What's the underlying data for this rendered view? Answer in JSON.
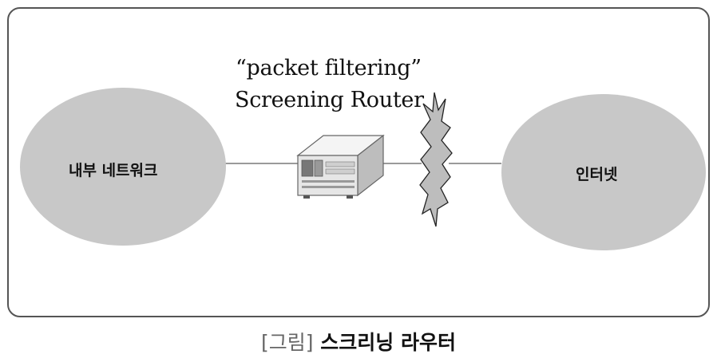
{
  "diagram": {
    "internal_network_label": "내부 네트워크",
    "internet_label": "인터넷",
    "router_filter_text": "“packet filtering”",
    "router_name": "Screening Router"
  },
  "caption": {
    "prefix": "[그림]",
    "title": "스크리닝 라우터"
  },
  "colors": {
    "ellipse_fill": "#c8c8c8",
    "frame_border": "#555555",
    "line": "#9a9a9a",
    "router_body": "#eeeeee",
    "firewall_fill": "#bdbdbd"
  },
  "icons": {
    "router": "router-box-icon",
    "firewall": "firewall-lightning-icon"
  }
}
